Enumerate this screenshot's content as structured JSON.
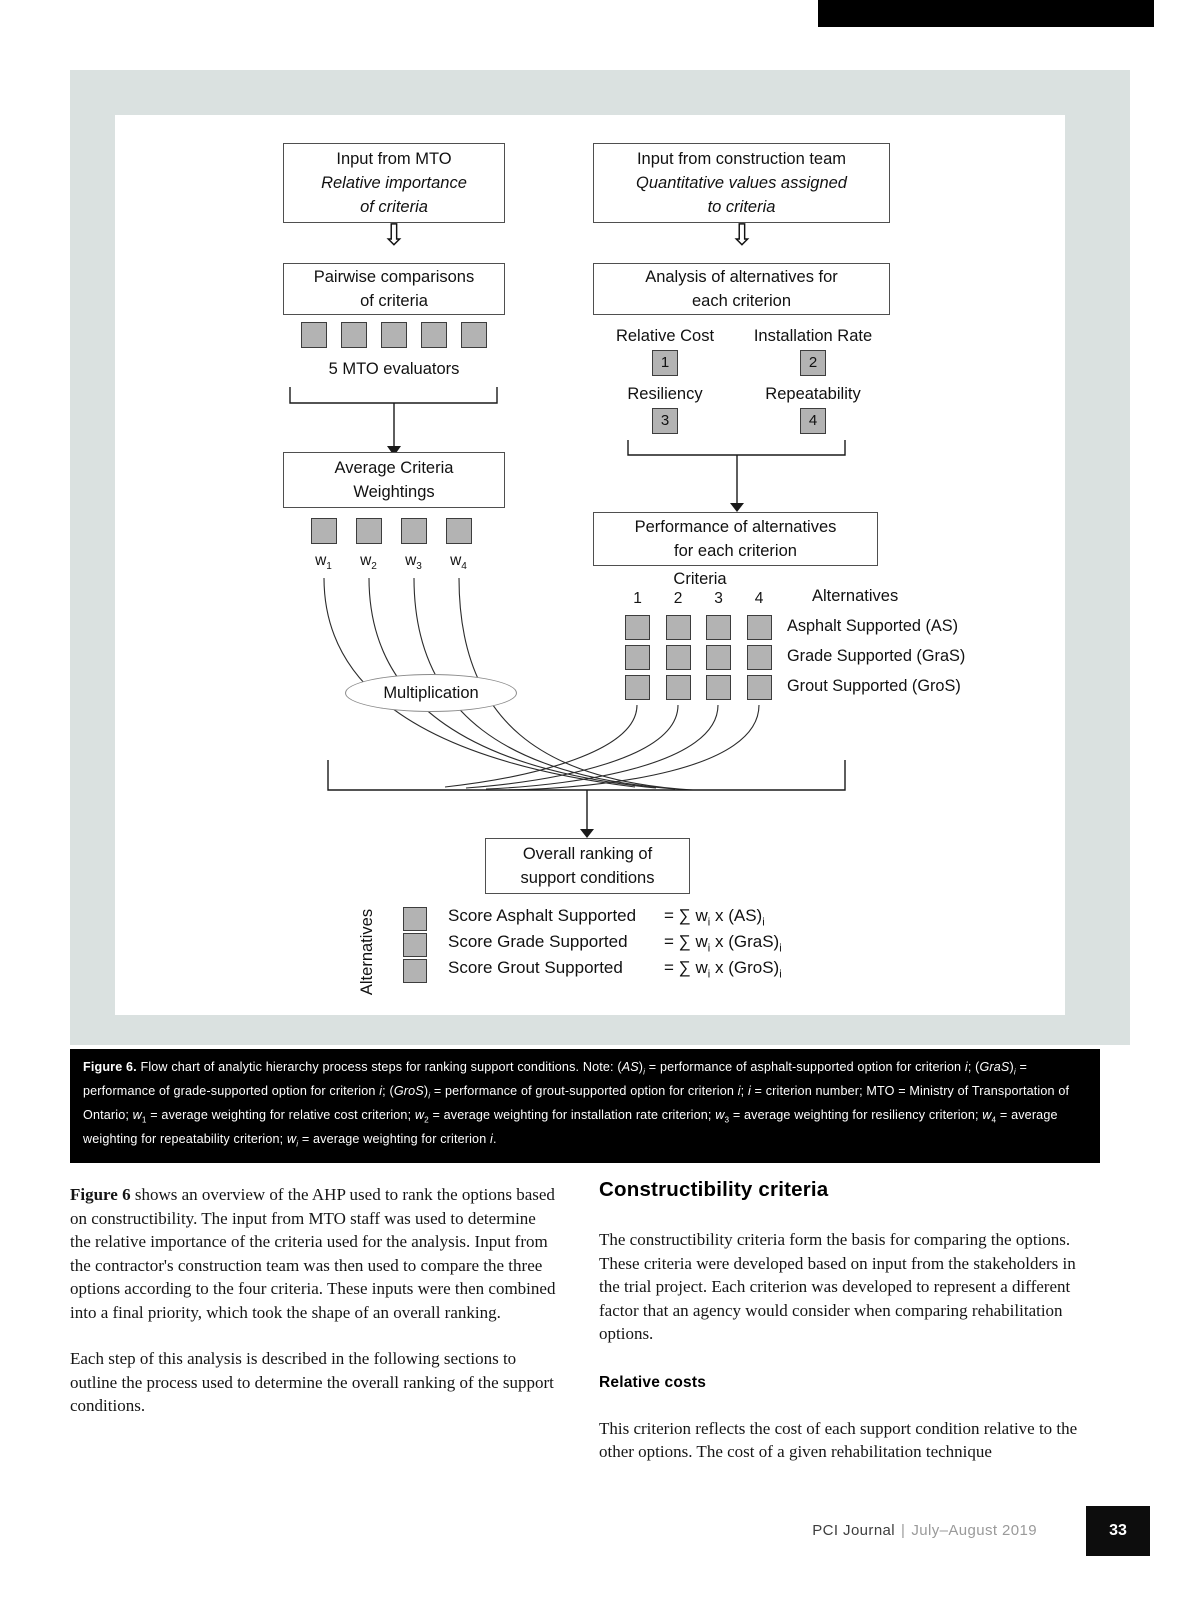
{
  "colors": {
    "band_bg": "#dae1e0",
    "square_fill": "#b3b3b3",
    "square_border": "#3d3d3d",
    "box_border": "#4f4f4f",
    "caption_bg": "#000000",
    "caption_text": "#ffffff",
    "footer_box_bg": "#0d0d0d"
  },
  "flowchart": {
    "icons": {
      "hollow_down_arrow": "⇩"
    },
    "left": {
      "input_box": [
        "Input from MTO",
        "Relative importance",
        "of criteria"
      ],
      "pairwise_box": [
        "Pairwise comparisons",
        "of criteria"
      ],
      "evaluator_count": 5,
      "evaluators_label": "5 MTO evaluators",
      "average_box": [
        "Average Criteria",
        "Weightings"
      ],
      "weights": [
        {
          "base": "w",
          "sub": "1"
        },
        {
          "base": "w",
          "sub": "2"
        },
        {
          "base": "w",
          "sub": "3"
        },
        {
          "base": "w",
          "sub": "4"
        }
      ]
    },
    "right": {
      "input_box": [
        "Input from construction team",
        "Quantitative values assigned",
        "to criteria"
      ],
      "analysis_box": [
        "Analysis of alternatives for",
        "each criterion"
      ],
      "criteria": [
        {
          "name": "Relative Cost",
          "number": "1"
        },
        {
          "name": "Installation Rate",
          "number": "2"
        },
        {
          "name": "Resiliency",
          "number": "3"
        },
        {
          "name": "Repeatability",
          "number": "4"
        }
      ],
      "performance_box": [
        "Performance of alternatives",
        "for each criterion"
      ],
      "criteria_axis_label": "Criteria",
      "criteria_numbers": [
        "1",
        "2",
        "3",
        "4"
      ],
      "alternatives_axis_label": "Alternatives",
      "alternatives": [
        "Asphalt Supported (AS)",
        "Grade Supported (GraS)",
        "Grout Supported (GroS)"
      ]
    },
    "multiplication_label": "Multiplication",
    "overall_box": [
      "Overall ranking of",
      "support conditions"
    ],
    "scores_axis_label": "Alternatives",
    "score_lines": [
      {
        "label": "Score Asphalt Supported",
        "formula": [
          {
            "t": "= ∑ w"
          },
          {
            "t": "i",
            "sub": true
          },
          {
            "t": " x (AS)"
          },
          {
            "t": "i",
            "sub": true
          }
        ]
      },
      {
        "label": "Score Grade Supported",
        "formula": [
          {
            "t": "= ∑ w"
          },
          {
            "t": "i",
            "sub": true
          },
          {
            "t": " x (GraS)"
          },
          {
            "t": "i",
            "sub": true
          }
        ]
      },
      {
        "label": "Score Grout Supported",
        "formula": [
          {
            "t": "= ∑ w"
          },
          {
            "t": "i",
            "sub": true
          },
          {
            "t": " x (GroS)"
          },
          {
            "t": "i",
            "sub": true
          }
        ]
      }
    ]
  },
  "caption": {
    "segments": [
      {
        "t": "Figure 6.",
        "b": true
      },
      {
        "t": " Flow chart of analytic hierarchy process steps for ranking support conditions. Note: ("
      },
      {
        "t": "AS",
        "i": true
      },
      {
        "t": ")"
      },
      {
        "t": "i",
        "i": true,
        "sub": true
      },
      {
        "t": " = performance of asphalt-supported option for criterion "
      },
      {
        "t": "i",
        "i": true
      },
      {
        "t": "; ("
      },
      {
        "t": "GraS",
        "i": true
      },
      {
        "t": ")"
      },
      {
        "t": "i",
        "i": true,
        "sub": true
      },
      {
        "t": " = performance of grade-supported option for criterion "
      },
      {
        "t": "i",
        "i": true
      },
      {
        "t": "; ("
      },
      {
        "t": "GroS",
        "i": true
      },
      {
        "t": ")"
      },
      {
        "t": "i",
        "i": true,
        "sub": true
      },
      {
        "t": " = performance of grout-supported option for criterion "
      },
      {
        "t": "i",
        "i": true
      },
      {
        "t": "; "
      },
      {
        "t": "i",
        "i": true
      },
      {
        "t": " = criterion number; MTO = Ministry of Transportation of Ontario; "
      },
      {
        "t": "w",
        "i": true
      },
      {
        "t": "1",
        "sub": true
      },
      {
        "t": " = average weighting for relative cost criterion; "
      },
      {
        "t": "w",
        "i": true
      },
      {
        "t": "2",
        "sub": true
      },
      {
        "t": " = average weighting for installation rate criterion; "
      },
      {
        "t": "w",
        "i": true
      },
      {
        "t": "3",
        "sub": true
      },
      {
        "t": " = average weighting for resiliency criterion; "
      },
      {
        "t": "w",
        "i": true
      },
      {
        "t": "4",
        "sub": true
      },
      {
        "t": " = average weighting for repeatability criterion; "
      },
      {
        "t": "w",
        "i": true
      },
      {
        "t": "i",
        "i": true,
        "sub": true
      },
      {
        "t": " = average weighting for criterion "
      },
      {
        "t": "i",
        "i": true
      },
      {
        "t": "."
      }
    ]
  },
  "body": {
    "left_paragraphs": [
      {
        "segments": [
          {
            "t": "Figure 6",
            "b": true
          },
          {
            "t": " shows an overview of the AHP used to rank the options based on constructibility. The input from MTO staff was used to determine the relative importance of the criteria used for the analysis. Input from the contractor's construction team was then used to compare the three options according to the four criteria. These inputs were then combined into a final priority, which took the shape of an overall ranking."
          }
        ]
      },
      {
        "segments": [
          {
            "t": "Each step of this analysis is described in the following sections to outline the process used to determine the overall ranking of the support conditions."
          }
        ]
      }
    ],
    "right": {
      "heading": "Constructibility criteria",
      "paragraph1": "The constructibility criteria form the basis for comparing the options. These criteria were developed based on input from the stakeholders in the trial project. Each criterion was developed to represent a different factor that an agency would consider when comparing rehabilitation options.",
      "subheading": "Relative costs",
      "paragraph2": "This criterion reflects the cost of each support condition relative to the other options. The cost of a given rehabilitation technique"
    }
  },
  "footer": {
    "journal": "PCI Journal",
    "separator": "|",
    "issue": "July–August 2019",
    "page_number": "33"
  }
}
